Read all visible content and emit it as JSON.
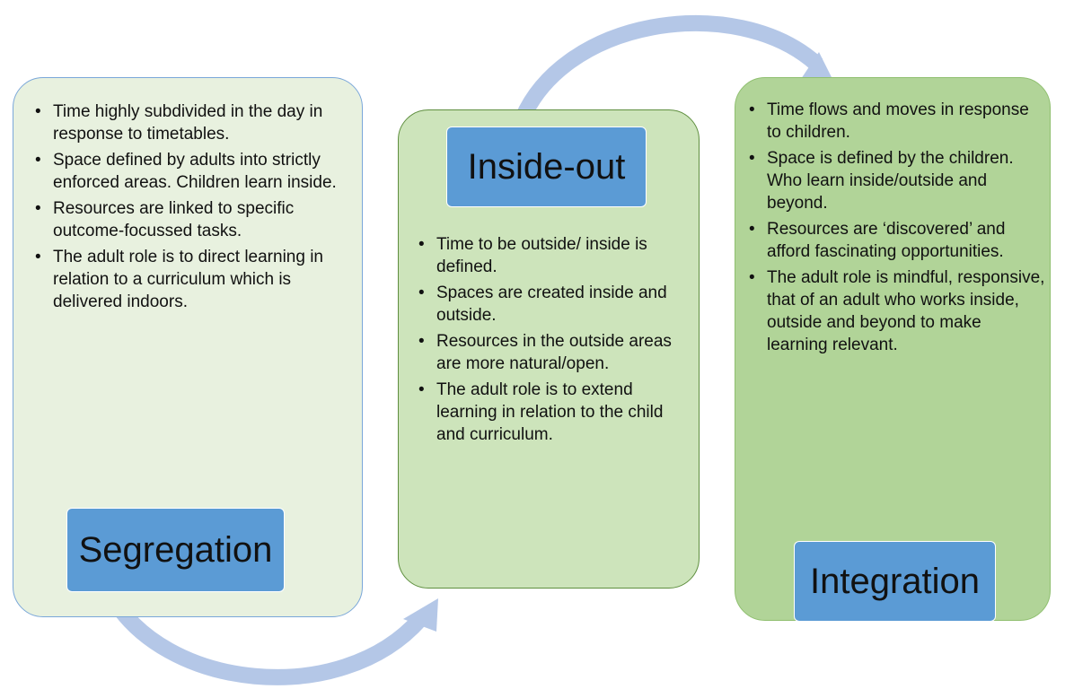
{
  "colors": {
    "arrow": "#b4c7e7",
    "label_fill": "#5b9bd5",
    "panel_segregation": "#e8f1df",
    "panel_inside_out": "#cde4bb",
    "panel_integration": "#b1d498"
  },
  "segregation": {
    "label": "Segregation",
    "bullets": [
      "Time highly subdivided in the day in response to timetables.",
      "Space defined by adults into strictly enforced areas. Children learn inside.",
      "Resources are linked to specific outcome-focussed tasks.",
      "The adult role is to direct  learning in relation to a curriculum which is delivered indoors."
    ]
  },
  "inside_out": {
    "label": "Inside-out",
    "bullets": [
      "Time to be outside/ inside is defined.",
      "Spaces are created inside and outside.",
      "Resources in the outside areas are more natural/open.",
      "The adult role is to extend learning in relation to the child and curriculum."
    ]
  },
  "integration": {
    "label": "Integration",
    "bullets": [
      "Time flows and moves  in response to children.",
      "Space is defined by the children. Who learn inside/outside and beyond.",
      "Resources are ‘discovered’ and afford fascinating opportunities.",
      "The adult role is  mindful, responsive, that of an adult who works inside, outside and beyond to make learning relevant."
    ]
  }
}
